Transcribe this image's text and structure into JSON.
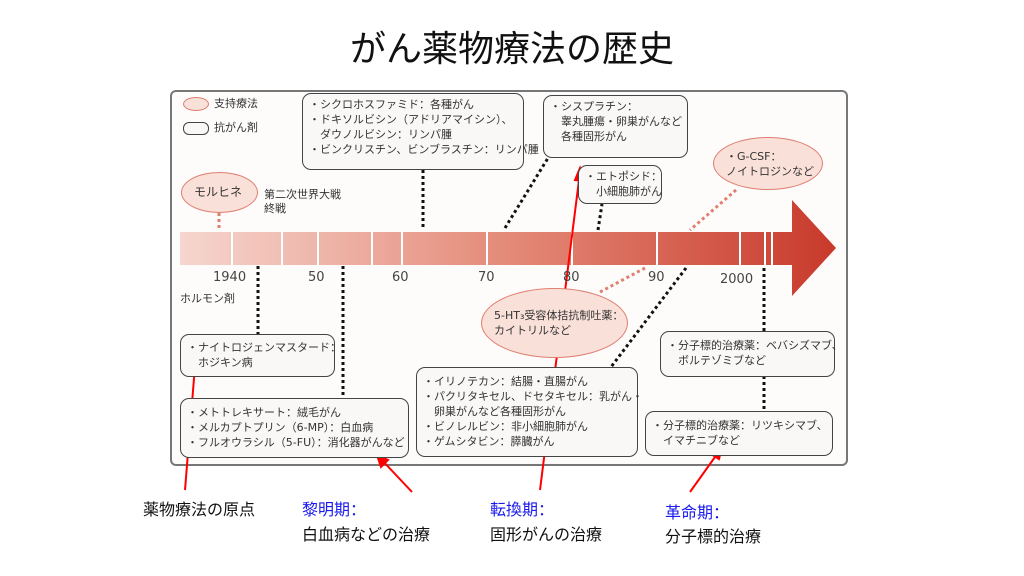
{
  "title": "がん薬物療法の歴史",
  "legend": {
    "supportive": "支持療法",
    "anticancer": "抗がん剤"
  },
  "years": [
    "1940",
    "50",
    "60",
    "70",
    "80",
    "90",
    "2000"
  ],
  "notes": {
    "ww2": "第二次世界大戦",
    "ww2_end": "終戦",
    "hormone": "ホルモン剤"
  },
  "ellipses": {
    "morphine": "モルヒネ",
    "gcsf": [
      "・G-CSF：",
      "ノイトロジンなど"
    ],
    "ht3": [
      "5-HT₃受容体拮抗制吐薬：",
      "カイトリルなど"
    ]
  },
  "boxes": {
    "cyclo": [
      "・シクロホスファミド：各種がん",
      "・ドキソルビシン（アドリアマイシン）、",
      "　ダウノルビシン：リンパ腫",
      "・ビンクリスチン、ビンブラスチン：リンパ腫"
    ],
    "cisplatin": [
      "・シスプラチン：",
      "　睾丸腫瘍・卵巣がんなど",
      "　各種固形がん"
    ],
    "etoposide": [
      "・エトポシド：",
      "　小細胞肺がん"
    ],
    "nitrogen": [
      "・ナイトロジェンマスタード：",
      "　ホジキン病"
    ],
    "mtx": [
      "・メトトレキサート：絨毛がん",
      "・メルカプトプリン（6-MP）：白血病",
      "・フルオウラシル（5-FU）：消化器がんなど"
    ],
    "irino": [
      "・イリノテカン：結腸・直腸がん",
      "・パクリタキセル、ドセタキセル：乳がん・",
      "　卵巣がんなど各種固形がん",
      "・ビノレルビン：非小細胞肺がん",
      "・ゲムシタビン：膵臓がん"
    ],
    "beva": [
      "・分子標的治療薬：ベバシズマブ、",
      "　ボルテゾミブなど"
    ],
    "ritux": [
      "・分子標的治療薬：リツキシマブ、",
      "　イマチニブなど"
    ]
  },
  "captions": {
    "origin": "薬物療法の原点",
    "dawn_title": "黎明期：",
    "dawn_desc": "白血病などの治療",
    "turn_title": "転換期：",
    "turn_desc": "固形がんの治療",
    "rev_title": "革命期：",
    "rev_desc": "分子標的治療"
  },
  "colors": {
    "arrow": "#c8392b",
    "accent": "#1a1aee",
    "annotation": "#ff0000"
  }
}
